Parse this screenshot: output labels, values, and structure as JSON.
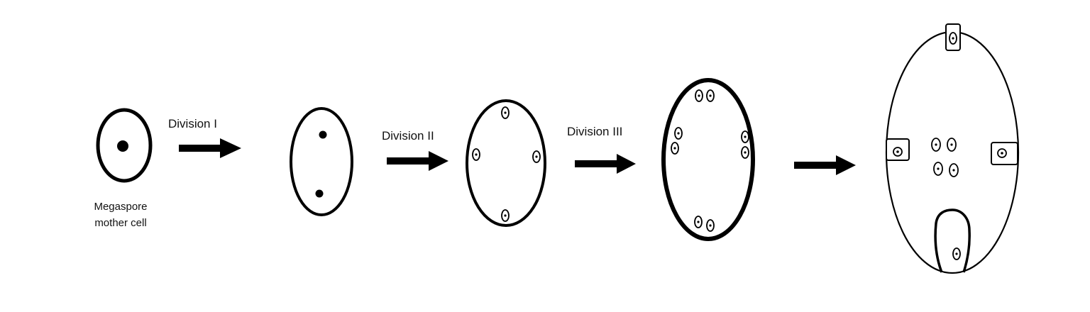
{
  "labels": {
    "division_1": "Division I",
    "division_2": "Division II",
    "division_3": "Division III",
    "caption_line1": "Megaspore",
    "caption_line2": "mother cell"
  },
  "colors": {
    "stroke": "#000000",
    "background": "#ffffff"
  }
}
